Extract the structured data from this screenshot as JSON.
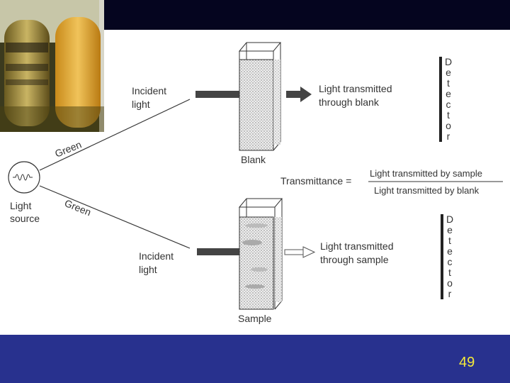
{
  "slide": {
    "page_number": "49",
    "colors": {
      "top_bar": "#05051f",
      "bottom_bar": "#28318e",
      "page_number": "#f5ea3a"
    }
  },
  "photo": {
    "icon": "test-tubes-photo"
  },
  "source": {
    "label_line1": "Light",
    "label_line2": "source",
    "icon": "bulb-filament-icon"
  },
  "beam_labels": {
    "upper": "Green",
    "lower": "Green"
  },
  "blank_path": {
    "incident_line1": "Incident",
    "incident_line2": "light",
    "cuvette_label": "Blank",
    "transmitted_line1": "Light transmitted",
    "transmitted_line2": "through blank"
  },
  "sample_path": {
    "incident_line1": "Incident",
    "incident_line2": "light",
    "cuvette_label": "Sample",
    "transmitted_line1": "Light transmitted",
    "transmitted_line2": "through sample"
  },
  "detector": {
    "letters": [
      "D",
      "e",
      "t",
      "e",
      "c",
      "t",
      "o",
      "r"
    ]
  },
  "equation": {
    "lhs": "Transmittance =",
    "numerator": "Light transmitted by sample",
    "denominator": "Light transmitted by blank"
  }
}
